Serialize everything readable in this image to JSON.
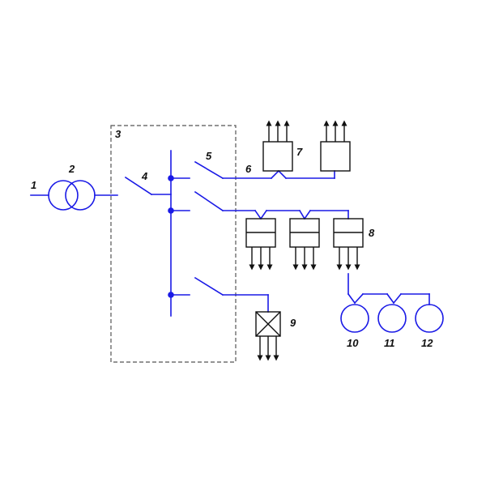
{
  "diagram": {
    "colors": {
      "wire": "#1a1ae6",
      "outline": "#111111",
      "boundary": "#555555",
      "background": "#ffffff"
    },
    "labels": {
      "l1": "1",
      "l2": "2",
      "l3": "3",
      "l4": "4",
      "l5": "5",
      "l6": "6",
      "l7": "7",
      "l8": "8",
      "l9": "9",
      "l10": "10",
      "l11": "11",
      "l12": "12"
    },
    "components": {
      "transformer": "two-winding-transformer-icon",
      "boundary": "dashed-switchgear-boundary",
      "bus": "vertical-busbar",
      "hatched_units": "hatched-box-icon",
      "split_units": "split-box-icon",
      "cross_unit": "crossed-box-icon",
      "motors": "circle-motor-icon"
    }
  }
}
